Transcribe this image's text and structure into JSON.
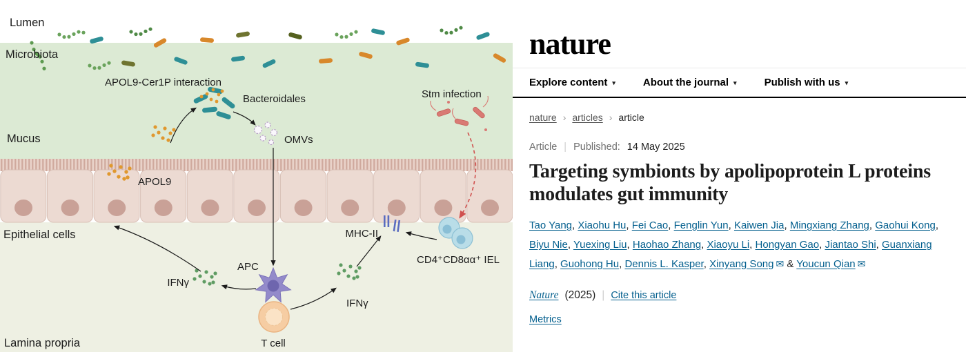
{
  "colors": {
    "link": "#025e8d",
    "figure_mucus_green": "#dcead4",
    "figure_cell_pink": "#ecdad2",
    "figure_lamina": "#eef0e3",
    "stm_red": "#d0504e"
  },
  "icons": {
    "chevron_down": "▾",
    "envelope": "✉",
    "breadcrumb_separator": "›"
  },
  "site": {
    "logo": "nature",
    "nav": [
      {
        "label": "Explore content"
      },
      {
        "label": "About the journal"
      },
      {
        "label": "Publish with us"
      }
    ],
    "breadcrumb": [
      {
        "label": "nature",
        "current": false
      },
      {
        "label": "articles",
        "current": false
      },
      {
        "label": "article",
        "current": true
      }
    ]
  },
  "article": {
    "type_label": "Article",
    "meta_divider": "|",
    "published_label": "Published:",
    "published_date": "14 May 2025",
    "title": "Targeting symbionts by apolipoprotein L proteins modulates gut immunity",
    "authors": [
      {
        "name": "Tao Yang"
      },
      {
        "name": "Xiaohu Hu"
      },
      {
        "name": "Fei Cao"
      },
      {
        "name": "Fenglin Yun"
      },
      {
        "name": "Kaiwen Jia"
      },
      {
        "name": "Mingxiang Zhang"
      },
      {
        "name": "Gaohui Kong"
      },
      {
        "name": "Biyu Nie"
      },
      {
        "name": "Yuexing Liu"
      },
      {
        "name": "Haohao Zhang"
      },
      {
        "name": "Xiaoyu Li"
      },
      {
        "name": "Hongyan Gao"
      },
      {
        "name": "Jiantao Shi"
      },
      {
        "name": "Guanxiang Liang"
      },
      {
        "name": "Guohong Hu"
      },
      {
        "name": "Dennis L. Kasper"
      },
      {
        "name": "Xinyang Song",
        "email": true
      },
      {
        "name": "Youcun Qian",
        "email": true
      }
    ],
    "author_separator": ", ",
    "author_last_separator": " & ",
    "journal": "Nature",
    "year": "(2025)",
    "cite_divider": "|",
    "cite_label": "Cite this article",
    "metrics_label": "Metrics"
  },
  "figure": {
    "labels": {
      "lumen": "Lumen",
      "microbiota": "Microbiota",
      "mucus": "Mucus",
      "epithelial_cells": "Epithelial cells",
      "lamina_propria": "Lamina propria",
      "apol9_interaction": "APOL9-Cer1P interaction",
      "bacteroidales": "Bacteroidales",
      "omvs": "OMVs",
      "apol9": "APOL9",
      "stm_infection": "Stm infection",
      "mhc2": "MHC-II",
      "iel": "CD4⁺CD8αα⁺ IEL",
      "ifng_left": "IFNγ",
      "ifng_right": "IFNγ",
      "apc": "APC",
      "t_cell": "T cell"
    }
  }
}
